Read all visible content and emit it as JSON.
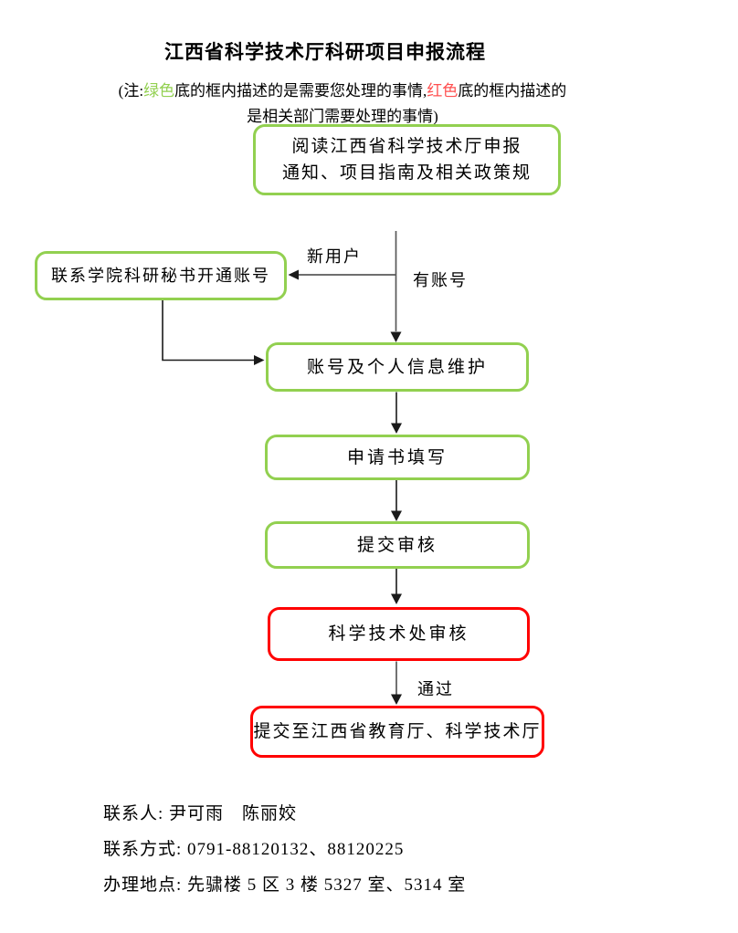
{
  "page": {
    "title": "江西省科学技术厅科研项目申报流程"
  },
  "note": {
    "prefix": "(注:",
    "green_word": "绿色",
    "middle": "底的框内描述的是需要您处理的事情,",
    "red_word": "红色",
    "line1_end": "底的框内描述的",
    "line2": "是相关部门需要处理的事情)"
  },
  "flow": {
    "read_box": {
      "line1": "阅读江西省科学技术厅申报",
      "line2": "通知、项目指南及相关政策规"
    },
    "contact_secretary_box": "联系学院科研秘书开通账号",
    "account_box": "账号及个人信息维护",
    "form_box": "申请书填写",
    "submit_box": "提交审核",
    "sci_dept_box": "科学技术处审核",
    "final_box": "提交至江西省教育厅、科学技术厅",
    "labels": {
      "new_user": "新用户",
      "has_account": "有账号",
      "pass": "通过"
    }
  },
  "contact": {
    "person": "联系人: 尹可雨　陈丽姣",
    "phone": "联系方式: 0791-88120132、88120225",
    "address": "办理地点: 先骕楼 5 区 3 楼 5327 室、5314 室"
  },
  "colors": {
    "green_border": "#92D050",
    "red_border": "#FF0000",
    "note_green_text": "#92D050",
    "note_red_text": "#FF5050"
  }
}
